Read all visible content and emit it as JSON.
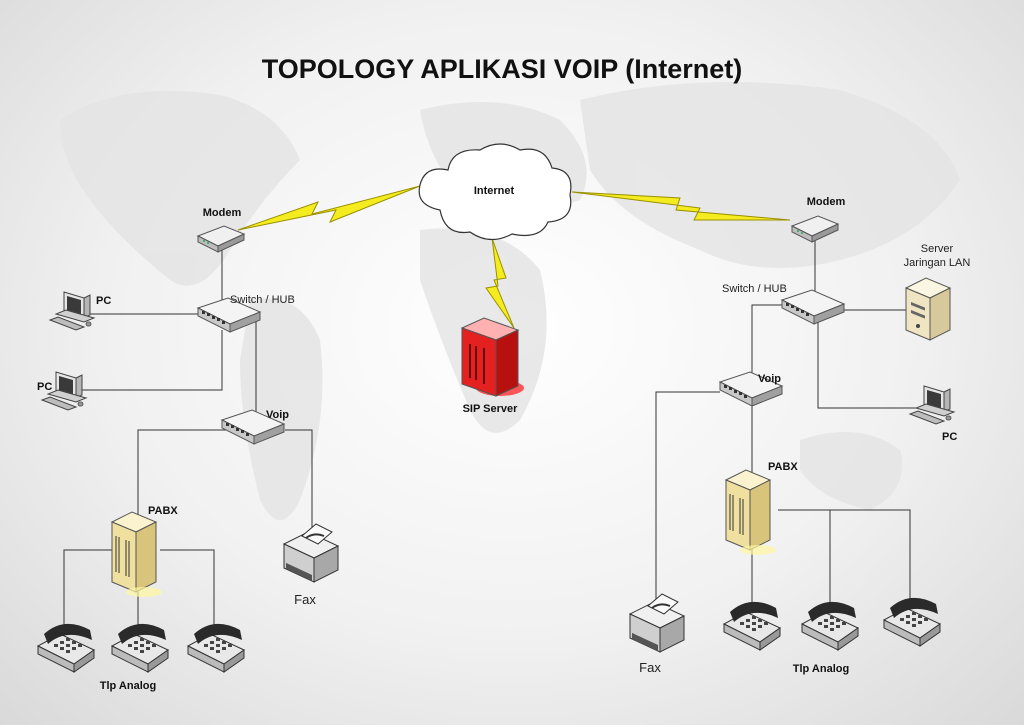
{
  "title": "TOPOLOGY APLIKASI VOIP (Internet)",
  "internet_label": "Internet",
  "sip_server_label": "SIP Server",
  "left": {
    "modem": "Modem",
    "switch": "Switch / HUB",
    "pc1": "PC",
    "pc2": "PC",
    "voip": "Voip",
    "pabx": "PABX",
    "fax": "Fax",
    "phones": "Tlp Analog"
  },
  "right": {
    "modem": "Modem",
    "switch": "Switch / HUB",
    "server_line1": "Server",
    "server_line2": "Jaringan LAN",
    "voip": "Voip",
    "pc": "PC",
    "pabx": "PABX",
    "fax": "Fax",
    "phones": "Tlp Analog"
  },
  "colors": {
    "lightning": "#f5ec20",
    "sip_server": "#e52020",
    "pabx": "#efe0a0"
  },
  "icons": [
    "cloud-icon",
    "lightning-icon",
    "modem-icon",
    "switch-icon",
    "pc-icon",
    "server-icon",
    "pabx-icon",
    "fax-icon",
    "telephone-icon"
  ]
}
